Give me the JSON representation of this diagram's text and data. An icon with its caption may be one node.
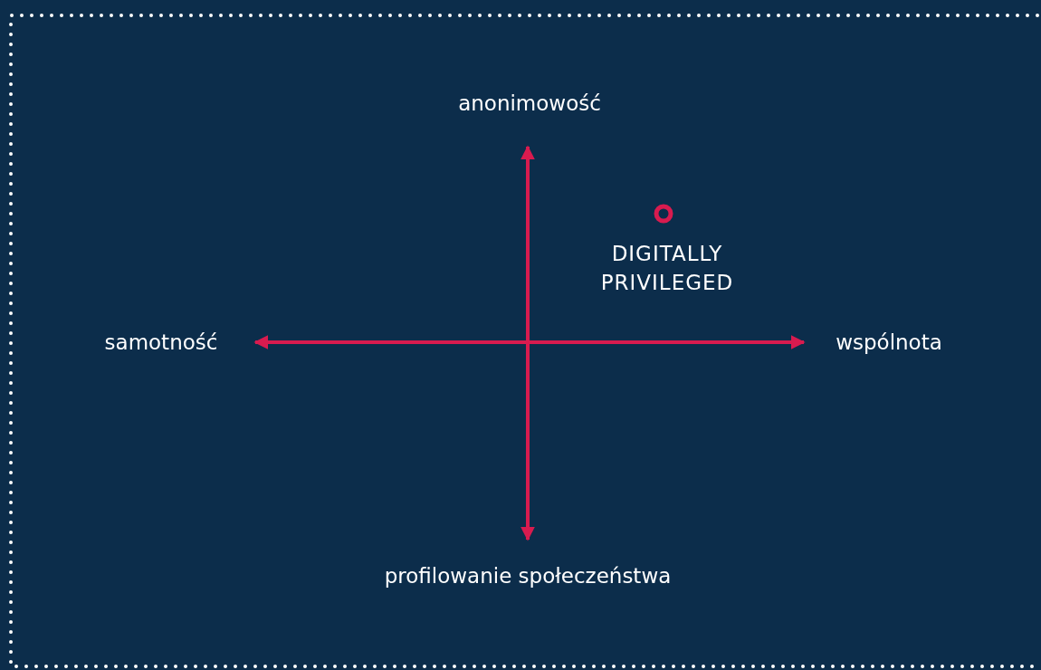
{
  "diagram": {
    "labels": [
      "anonimowość",
      "DIGITALLY PRIVILEGED",
      "samotność",
      "wspólnota",
      "profilowanie społeczeństwa"
    ]
  }
}
